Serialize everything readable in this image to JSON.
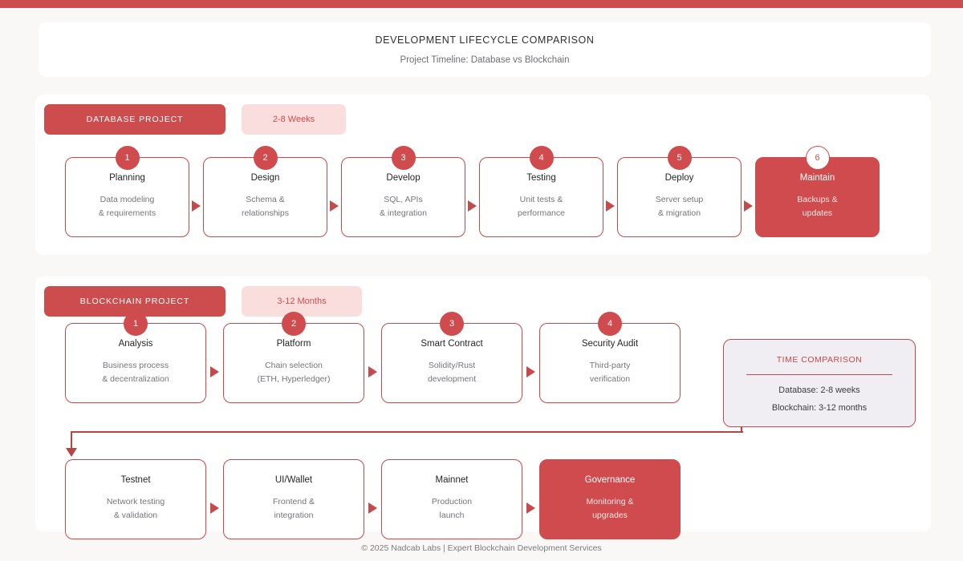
{
  "header": {
    "title": "DEVELOPMENT LIFECYCLE COMPARISON",
    "subtitle": "Project Timeline: Database vs Blockchain"
  },
  "colors": {
    "accent": "#cd4d4e",
    "accent_dark": "#c6494b",
    "pill_bg": "#fadedd",
    "page_bg": "#faf8f7",
    "panel_bg": "#ffffff",
    "time_panel_bg": "#f0eef3"
  },
  "database_section": {
    "label": "DATABASE PROJECT",
    "duration": "2-8 Weeks",
    "steps": [
      {
        "number": "1",
        "title": "Planning",
        "line1": "Data modeling",
        "line2": "& requirements",
        "highlight": false
      },
      {
        "number": "2",
        "title": "Design",
        "line1": "Schema &",
        "line2": "relationships",
        "highlight": false
      },
      {
        "number": "3",
        "title": "Develop",
        "line1": "SQL, APIs",
        "line2": "& integration",
        "highlight": false
      },
      {
        "number": "4",
        "title": "Testing",
        "line1": "Unit tests &",
        "line2": "performance",
        "highlight": false
      },
      {
        "number": "5",
        "title": "Deploy",
        "line1": "Server setup",
        "line2": "& migration",
        "highlight": false
      },
      {
        "number": "6",
        "title": "Maintain",
        "line1": "Backups &",
        "line2": "updates",
        "highlight": true
      }
    ]
  },
  "blockchain_section": {
    "label": "BLOCKCHAIN PROJECT",
    "duration": "3-12 Months",
    "steps_row1": [
      {
        "number": "1",
        "title": "Analysis",
        "line1": "Business process",
        "line2": "& decentralization",
        "highlight": false
      },
      {
        "number": "2",
        "title": "Platform",
        "line1": "Chain selection",
        "line2": "(ETH, Hyperledger)",
        "highlight": false
      },
      {
        "number": "3",
        "title": "Smart Contract",
        "line1": "Solidity/Rust",
        "line2": "development",
        "highlight": false
      },
      {
        "number": "4",
        "title": "Security Audit",
        "line1": "Third-party",
        "line2": "verification",
        "highlight": false
      }
    ],
    "steps_row2": [
      {
        "title": "Testnet",
        "line1": "Network testing",
        "line2": "& validation",
        "highlight": false
      },
      {
        "title": "UI/Wallet",
        "line1": "Frontend &",
        "line2": "integration",
        "highlight": false
      },
      {
        "title": "Mainnet",
        "line1": "Production",
        "line2": "launch",
        "highlight": false
      },
      {
        "title": "Governance",
        "line1": "Monitoring &",
        "line2": "upgrades",
        "highlight": true
      }
    ]
  },
  "time_comparison": {
    "title": "TIME COMPARISON",
    "rows": [
      "Database: 2-8 weeks",
      "Blockchain: 3-12 months"
    ]
  },
  "footer": {
    "text": "© 2025 Nadcab Labs | Expert Blockchain Development Services"
  }
}
